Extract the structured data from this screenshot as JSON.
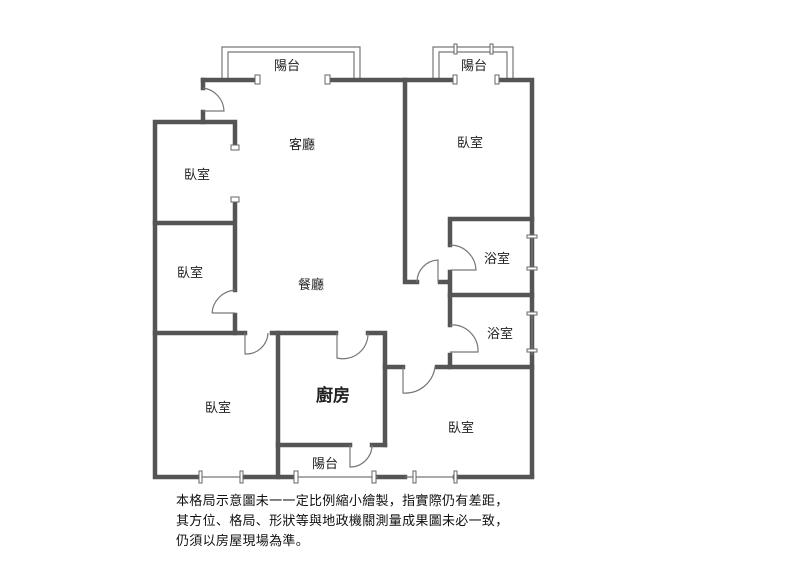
{
  "rooms": {
    "balcony_top_left": "陽台",
    "balcony_top_right": "陽台",
    "living_room": "客廳",
    "bedroom_master": "臥室",
    "bedroom_left_upper": "臥室",
    "bedroom_left_middle": "臥室",
    "dining_room": "餐廳",
    "bathroom_upper": "浴室",
    "bathroom_lower": "浴室",
    "bedroom_bottom_left": "臥室",
    "kitchen": "廚房",
    "balcony_bottom": "陽台",
    "bedroom_bottom_right": "臥室"
  },
  "disclaimer": [
    "本格局示意圖未一一定比例縮小繪製，指實際仍有差距，",
    "其方位、格局、形狀等與地政機關測量成果圖未必一致，",
    "仍須以房屋現場為準。"
  ]
}
